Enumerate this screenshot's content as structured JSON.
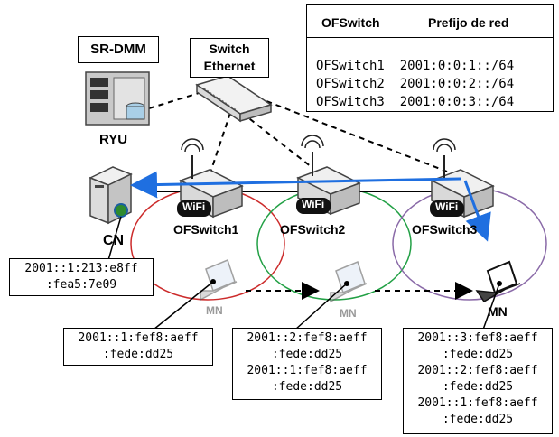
{
  "controller": {
    "name": "SR-DMM",
    "platform": "RYU"
  },
  "switch_ethernet": {
    "line1": "Switch",
    "line2": "Ethernet"
  },
  "table": {
    "headers": [
      "OFSwitch",
      "Prefijo de red"
    ],
    "rows": [
      [
        "OFSwitch1",
        "2001:0:0:1::/64"
      ],
      [
        "OFSwitch2",
        "2001:0:0:2::/64"
      ],
      [
        "OFSwitch3",
        "2001:0:0:3::/64"
      ]
    ]
  },
  "cn": {
    "label": "CN",
    "addr_line1": "2001::1:213:e8ff",
    "addr_line2": ":fea5:7e09"
  },
  "switches": [
    "OFSwitch1",
    "OFSwitch2",
    "OFSwitch3"
  ],
  "wifi_badge": "WiFi",
  "mn_label": "MN",
  "mn_addresses": {
    "mn1": [
      "2001::1:fef8:aeff",
      ":fede:dd25"
    ],
    "mn2": [
      "2001::2:fef8:aeff",
      ":fede:dd25",
      "2001::1:fef8:aeff",
      ":fede:dd25"
    ],
    "mn3": [
      "2001::3:fef8:aeff",
      ":fede:dd25",
      "2001::2:fef8:aeff",
      ":fede:dd25",
      "2001::1:fef8:aeff",
      ":fede:dd25"
    ]
  },
  "colors": {
    "cell1": "#cc2b2b",
    "cell2": "#22a045",
    "cell3": "#8a6aa8",
    "flow_arrow": "#1f6fe0",
    "mn_inactive": "#9a9a9a"
  }
}
